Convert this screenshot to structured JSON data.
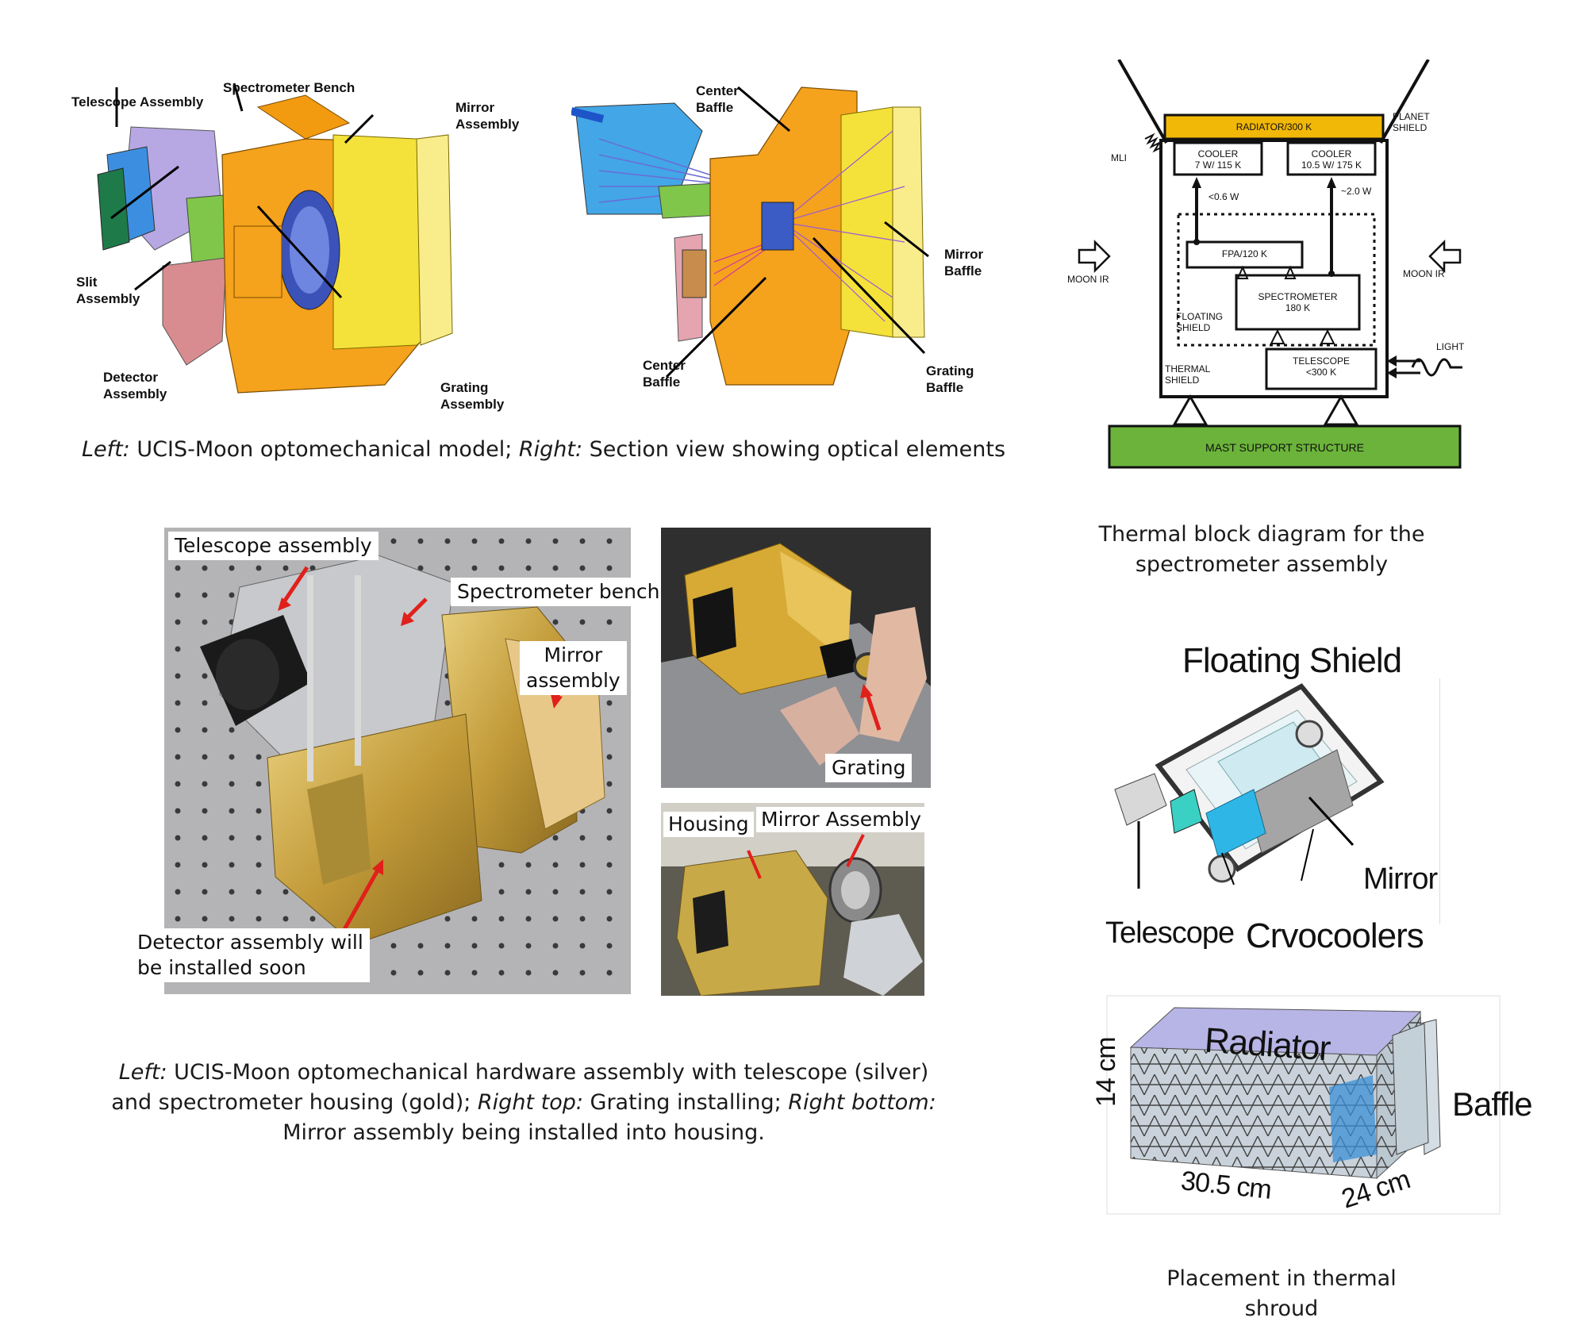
{
  "optomech_model": {
    "labels": {
      "telescope": "Telescope Assembly",
      "bench": "Spectrometer Bench",
      "mirror": "Mirror\nAssembly",
      "slit": "Slit\nAssembly",
      "detector": "Detector\nAssembly",
      "grating": "Grating\nAssembly"
    }
  },
  "section_view": {
    "labels": {
      "center_baffle_top": "Center\nBaffle",
      "mirror_baffle": "Mirror\nBaffle",
      "grating_baffle": "Grating\nBaffle",
      "center_baffle_bottom": "Center\nBaffle"
    }
  },
  "caption_top": {
    "left_em": "Left:",
    "left_text": " UCIS-Moon optomechanical model; ",
    "right_em": "Right:",
    "right_text": " Section view showing optical elements"
  },
  "thermal_diagram": {
    "radiator": "RADIATOR/300 K",
    "planet_shield": "PLANET\nSHIELD",
    "mli": "MLI",
    "cooler1": "COOLER\n7 W/ 115 K",
    "cooler2": "COOLER\n10.5 W/ 175 K",
    "flow1": "<0.6 W",
    "flow2": "~2.0 W",
    "fpa": "FPA/120 K",
    "moon_ir_left": "MOON IR",
    "moon_ir_right": "MOON IR",
    "spectrometer": "SPECTROMETER\n180 K",
    "floating_shield": "FLOATING\nSHIELD",
    "light": "LIGHT",
    "thermal_shield": "THERMAL\nSHIELD",
    "telescope": "TELESCOPE\n<300 K",
    "mast": "MAST SUPPORT STRUCTURE"
  },
  "caption_thermal": "Thermal block diagram for the\nspectrometer assembly",
  "hardware_photo": {
    "telescope": "Telescope assembly",
    "bench": "Spectrometer bench",
    "mirror": "Mirror\nassembly",
    "detector": "Detector assembly will\nbe installed soon"
  },
  "grating_photo": {
    "grating": "Grating"
  },
  "housing_photo": {
    "housing": "Housing",
    "mirror": "Mirror Assembly"
  },
  "caption_hardware": {
    "l1_em": "Left:",
    "l1_text": " UCIS-Moon optomechanical hardware assembly with telescope (silver)",
    "l2_text": "and spectrometer housing (gold); ",
    "l2_em1": "Right top:",
    "l2_mid": " Grating installing; ",
    "l2_em2": "Right bottom:",
    "l3_text": "Mirror assembly being installed into housing."
  },
  "floating_shield_render": {
    "title": "Floating Shield",
    "mirror": "Mirror",
    "telescope": "Telescope",
    "cryocoolers": "Crvocoolers"
  },
  "shroud_render": {
    "radiator": "Radiator",
    "baffle": "Baffle",
    "height": "14 cm",
    "length": "30.5 cm",
    "width": "24 cm"
  },
  "caption_shroud": "Placement in thermal shroud",
  "colors": {
    "cad_orange": "#f5a21c",
    "cad_yellow": "#f4e23a",
    "radiator_gold": "#f2b807",
    "mast_green": "#6bb33a",
    "arrow_red": "#e0201b",
    "gold_metal": "#c9a23a"
  }
}
